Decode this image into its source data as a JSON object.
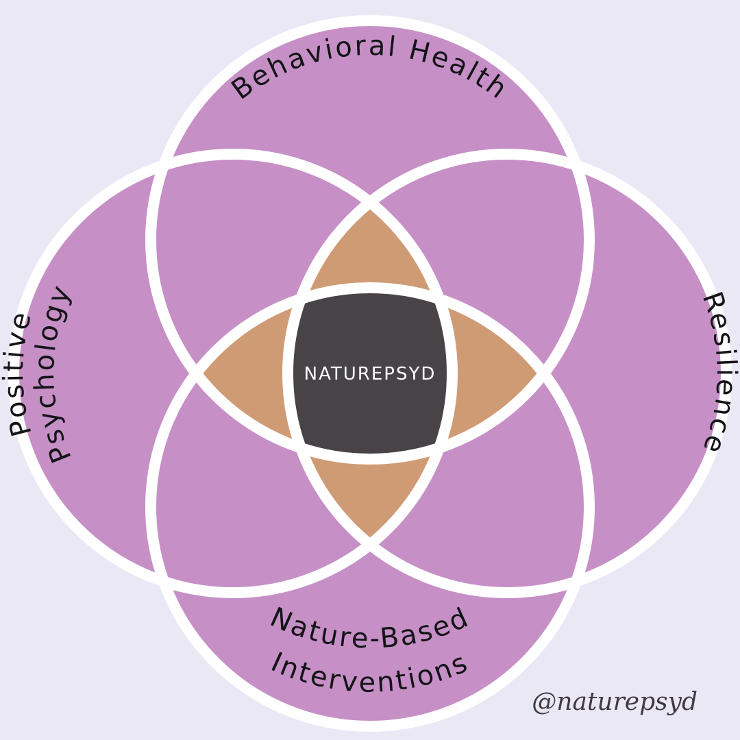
{
  "colors": {
    "background": "#ebe8f5",
    "petal": "#c690c6",
    "lens": "#cf9b75",
    "center": "#474347",
    "stroke": "#ffffff",
    "text": "#141418"
  },
  "circles": [
    {
      "id": "top",
      "label": "Behavioral Health"
    },
    {
      "id": "right",
      "label": "Resilience"
    },
    {
      "id": "bottom",
      "label_line1": "Nature-Based",
      "label_line2": "Interventions"
    },
    {
      "id": "left",
      "label_line1": "Positive",
      "label_line2": "Psychology"
    }
  ],
  "center_label": "NATUREPSYD",
  "handle": "@naturepsyd"
}
